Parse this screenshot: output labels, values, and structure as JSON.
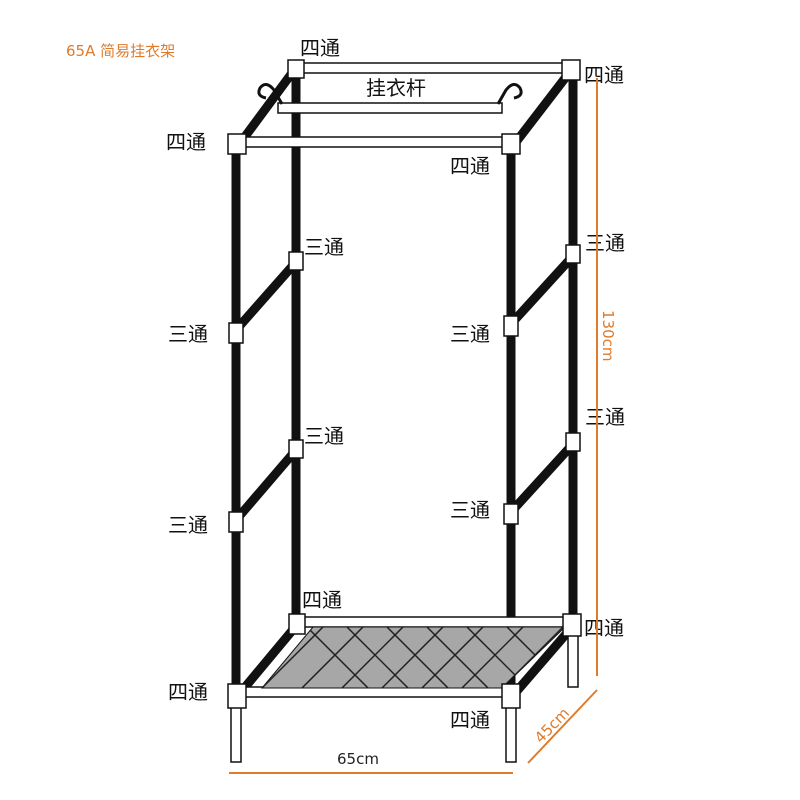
{
  "title": "65A 简易挂衣架",
  "labels": {
    "four_way": "四通",
    "three_way": "三通",
    "hanging_rod": "挂衣杆"
  },
  "dimensions": {
    "width": "65cm",
    "depth": "45cm",
    "height": "130cm"
  },
  "colors": {
    "frame": "#111111",
    "connector": "#ffffff",
    "dimension_line": "#e07b2a",
    "shelf_fill": "#a7a7a7",
    "title": "#e07b2a"
  }
}
